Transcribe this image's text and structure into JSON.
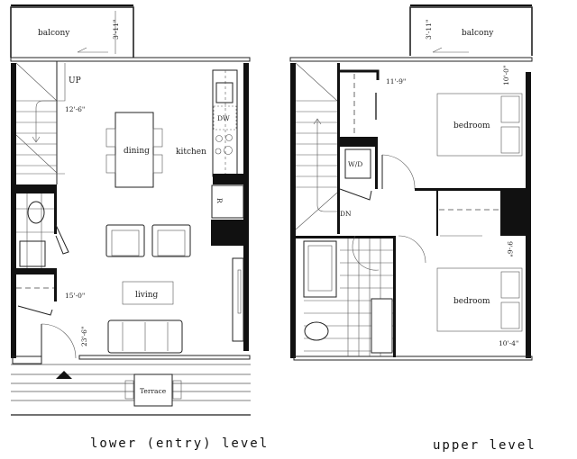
{
  "lower_level": {
    "title": "lower (entry) level",
    "rooms": {
      "balcony": "balcony",
      "dining": "dining",
      "kitchen": "kitchen",
      "living": "living",
      "terrace": "Terrace"
    },
    "fixtures": {
      "dishwasher": "DW",
      "fridge": "R",
      "stairs": "UP"
    },
    "dimensions": {
      "balcony_depth": "3'-11\"",
      "stair_side": "12'-6\"",
      "closet": "15'-0\"",
      "living_length": "23'-6\""
    }
  },
  "upper_level": {
    "title": "upper level",
    "rooms": {
      "balcony": "balcony",
      "bedroom_top": "bedroom",
      "bedroom_bottom": "bedroom"
    },
    "fixtures": {
      "laundry": "W/D",
      "stairs": "DN"
    },
    "dimensions": {
      "balcony_depth": "3'-11\"",
      "closet": "11'-9\"",
      "bedroom_top_width": "10'-0\"",
      "bedroom_bottom_width": "9'-6\"",
      "bedroom_bottom_length": "10'-4\""
    }
  }
}
